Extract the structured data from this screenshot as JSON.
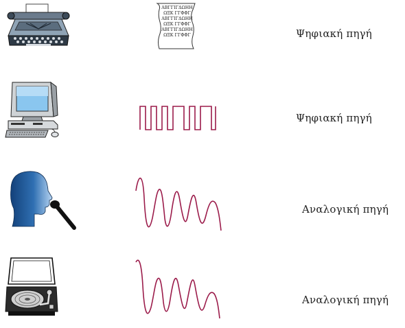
{
  "rows": [
    {
      "source_label": "Ψηφιακή πηγή",
      "device_icon": "typewriter-icon",
      "signal": "paper-text",
      "paper_lines": [
        "ΑΒΓΓΙΓΔΩΗΗ",
        "ΩΞΚ ΓΓΦΦΓ",
        "ΑΒΓΓΙΓΔΩΗΗ",
        "ΩΞΚ ΓΓΦΦΓ",
        "ΑΒΓΓΙΓΔΩΗΗ",
        "ΩΞΚ ΓΓΦΦΓ"
      ]
    },
    {
      "source_label": "Ψηφιακή πηγή",
      "device_icon": "computer-icon",
      "signal": "square-pulse-wave"
    },
    {
      "source_label": "Αναλογική πηγή",
      "device_icon": "speaker-head-microphone-icon",
      "signal": "analog-wave"
    },
    {
      "source_label": "Αναλογική πηγή",
      "device_icon": "turntable-icon",
      "signal": "analog-wave"
    }
  ],
  "colors": {
    "signal": "#9b1b4a",
    "ink": "#222222",
    "head_light": "#a9c9ea",
    "head_dark": "#1c4f8f"
  }
}
